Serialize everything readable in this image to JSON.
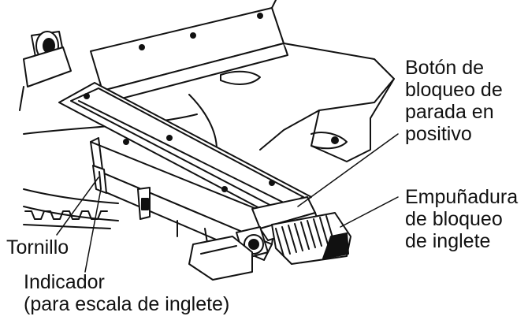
{
  "labels": {
    "positive_stop_lock_button": [
      "Botón de",
      "bloqueo de",
      "parada en",
      "positivo"
    ],
    "miter_lock_handle": [
      "Empuñadura",
      "de bloqueo",
      "de inglete"
    ],
    "screw": "Tornillo",
    "indicator": [
      "Indicador",
      "(para escala de inglete)"
    ]
  },
  "colors": {
    "ink": "#111111",
    "background": "#ffffff"
  }
}
